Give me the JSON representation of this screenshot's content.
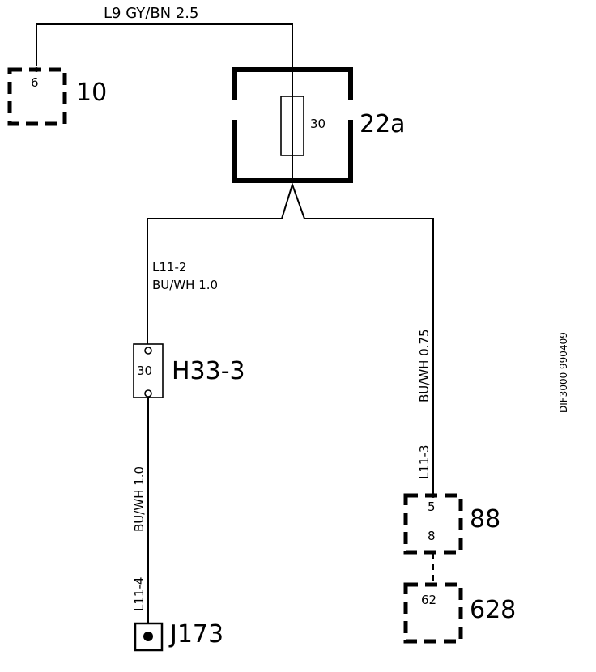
{
  "wires": {
    "top": "L9  GY/BN 2.5",
    "left_id": "L11-2",
    "left_color": "BU/WH 1.0",
    "lower_left": "BU/WH 1.0",
    "lower_left_id": "L11-4",
    "right_color": "BU/WH 0.75",
    "right_id": "L11-3"
  },
  "components": {
    "c10": {
      "label": "10",
      "pin": "6"
    },
    "c22a": {
      "label": "22a",
      "pin": "30"
    },
    "h33": {
      "label": "H33-3",
      "pin": "30"
    },
    "j173": {
      "label": "J173"
    },
    "c88": {
      "label": "88",
      "pin_top": "5",
      "pin_bottom": "8"
    },
    "c628": {
      "label": "628",
      "pin": "62"
    }
  },
  "doc_code": "DIF3000 990409"
}
